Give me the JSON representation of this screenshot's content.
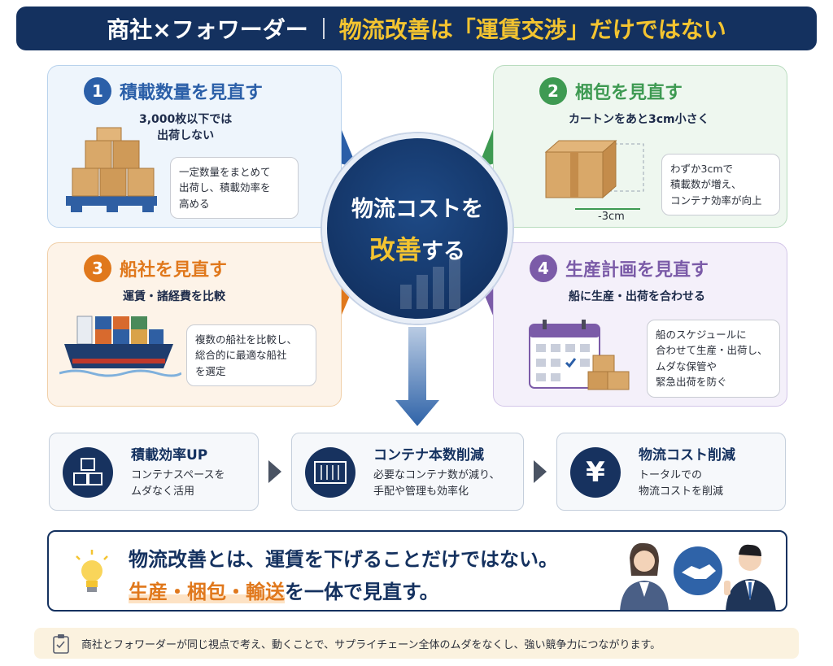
{
  "header": {
    "part1": "商社×フォワーダー",
    "part2": "物流改善は「運賃交渉」だけではない"
  },
  "center": {
    "line1": "物流コストを",
    "line2a": "改善",
    "line2b": "する"
  },
  "cards": [
    {
      "num": "1",
      "title": "積載数量を見直す",
      "sub": "3,000枚以下では\n出荷しない",
      "bubble": "一定数量をまとめて\n出荷し、積載効率を\n高める",
      "color": "#2b5fa8"
    },
    {
      "num": "2",
      "title": "梱包を見直す",
      "sub": "カートンをあと3cm小さく",
      "bubble": "わずか3cmで\n積載数が増え、\nコンテナ効率が向上",
      "dim": "-3cm",
      "color": "#3e9a52"
    },
    {
      "num": "3",
      "title": "船社を見直す",
      "sub": "運賃・諸経費を比較",
      "bubble": "複数の船社を比較し、\n総合的に最適な船社\nを選定",
      "color": "#e0781c"
    },
    {
      "num": "4",
      "title": "生産計画を見直す",
      "sub": "船に生産・出荷を合わせる",
      "bubble": "船のスケジュールに\n合わせて生産・出荷し、\nムダな保管や\n緊急出荷を防ぐ",
      "color": "#7b5ba8"
    }
  ],
  "flow": [
    {
      "title": "積載効率UP",
      "desc": "コンテナスペースを\nムダなく活用"
    },
    {
      "title": "コンテナ本数削減",
      "desc": "必要なコンテナ数が減り、\n手配や管理も効率化"
    },
    {
      "title": "物流コスト削減",
      "desc": "トータルでの\n物流コストを削減",
      "icon_text": "¥"
    }
  ],
  "summary": {
    "line1": "物流改善とは、運賃を下げることだけではない。",
    "line2_highlight": "生産・梱包・輸送",
    "line2_rest": "を一体で見直す。"
  },
  "footer": "商社とフォワーダーが同じ視点で考え、動くことで、サプライチェーン全体のムダをなくし、強い競争力につながります。",
  "colors": {
    "navy": "#14315f",
    "gold": "#f4c430",
    "blue": "#2b5fa8",
    "green": "#3e9a52",
    "orange": "#e0781c",
    "purple": "#7b5ba8"
  },
  "icons": [
    "boxes-on-pallet-icon",
    "cardboard-box-icon",
    "container-ship-icon",
    "calendar-icon",
    "stacked-boxes-icon",
    "shipping-container-icon",
    "yen-icon",
    "lightbulb-icon",
    "handshake-icon",
    "clipboard-icon"
  ]
}
